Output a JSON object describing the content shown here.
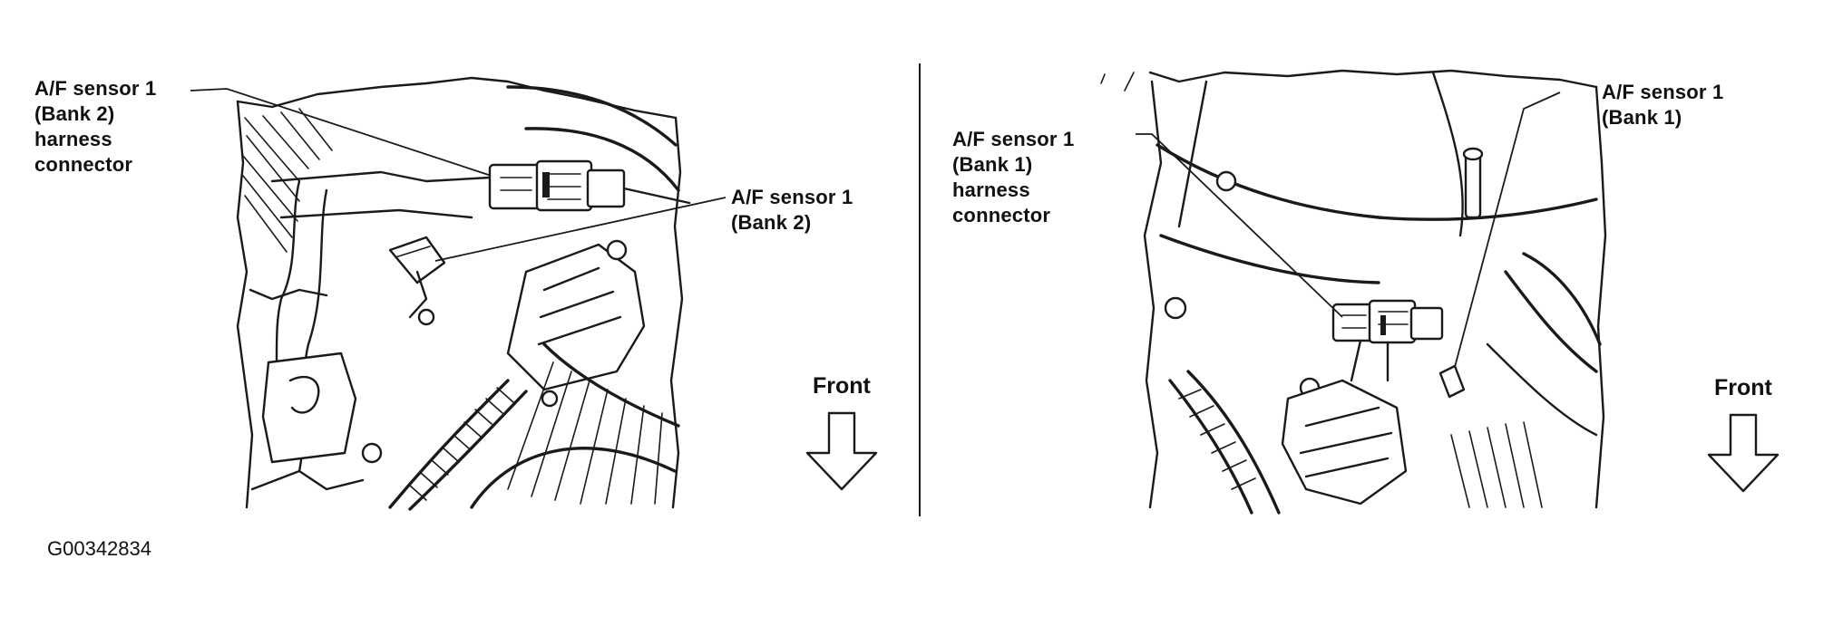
{
  "left_view": {
    "harness_connector_label": "A/F sensor 1\n(Bank 2)\nharness\nconnector",
    "sensor_label": "A/F sensor 1\n(Bank 2)",
    "front_label": "Front"
  },
  "right_view": {
    "harness_connector_label": "A/F sensor 1\n(Bank 1)\nharness\nconnector",
    "sensor_label": "A/F sensor 1\n(Bank 1)",
    "front_label": "Front"
  },
  "figure_id": "G00342834",
  "colors": {
    "line": "#1a1a1a",
    "background": "#ffffff"
  },
  "icons": {
    "front_arrow": "down-arrow-icon"
  }
}
